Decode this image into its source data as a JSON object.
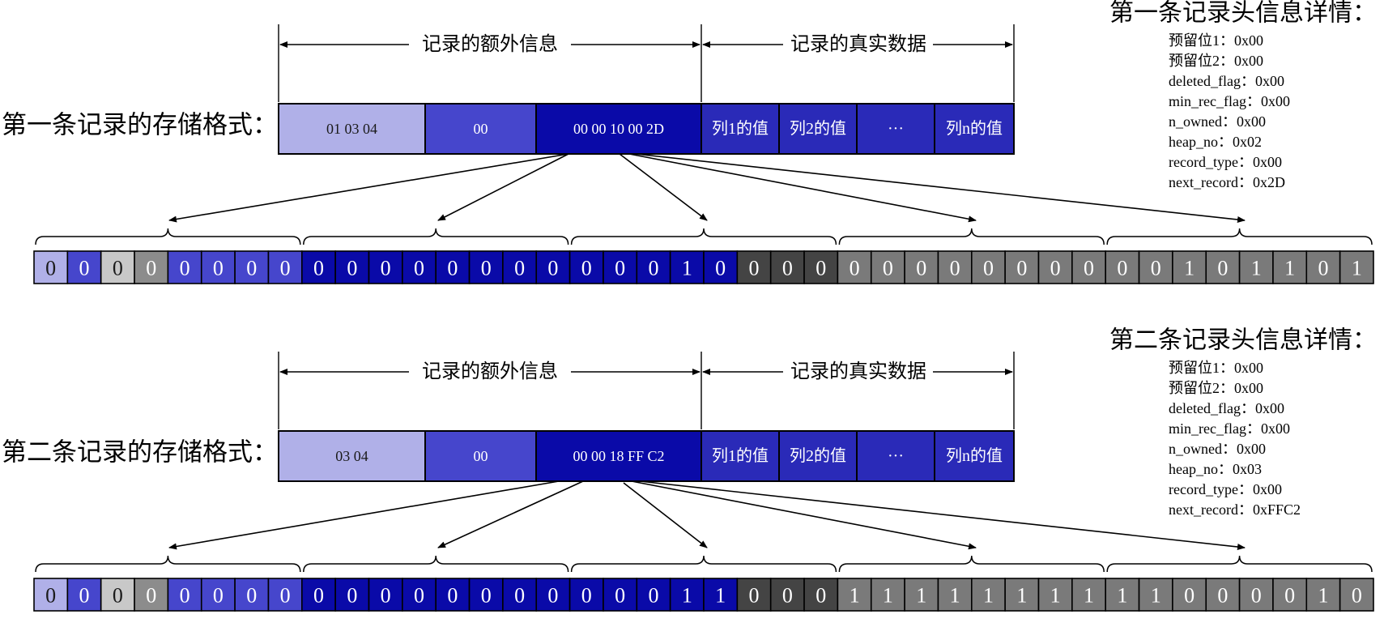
{
  "labels": {
    "extra_info": "记录的额外信息",
    "real_data": "记录的真实数据",
    "col1": "列1的值",
    "col2": "列2的值",
    "ellipsis": "···",
    "coln": "列n的值"
  },
  "colors": {
    "var_len": "#b0b0e8",
    "null_list": "#4646cc",
    "header": "#0a0aa8",
    "columns": "#2a2ab8",
    "bit_reserved1": "#c8c8c8",
    "bit_reserved2": "#8c8c8c",
    "bit_heap_no": "#555555",
    "bit_type": "#444444",
    "bit_next": "#7a7a7a"
  },
  "records": [
    {
      "title": "第一条记录的存储格式：",
      "fields": [
        "01 03 04",
        "00",
        "00 00 10 00 2D"
      ],
      "bits": [
        "0",
        "0",
        "0",
        "0",
        "0",
        "0",
        "0",
        "0",
        "0",
        "0",
        "0",
        "0",
        "0",
        "0",
        "0",
        "0",
        "0",
        "0",
        "0",
        "1",
        "0",
        "0",
        "0",
        "0",
        "0",
        "0",
        "0",
        "0",
        "0",
        "0",
        "0",
        "0",
        "0",
        "0",
        "1",
        "0",
        "1",
        "1",
        "0",
        "1"
      ],
      "detail_title": "第一条记录头信息详情：",
      "details": [
        "预留位1：0x00",
        "预留位2：0x00",
        "deleted_flag：0x00",
        "min_rec_flag：0x00",
        "n_owned：0x00",
        "heap_no：0x02",
        "record_type：0x00",
        "next_record：0x2D"
      ]
    },
    {
      "title": "第二条记录的存储格式：",
      "fields": [
        "03 04",
        "00",
        "00 00 18 FF C2"
      ],
      "bits": [
        "0",
        "0",
        "0",
        "0",
        "0",
        "0",
        "0",
        "0",
        "0",
        "0",
        "0",
        "0",
        "0",
        "0",
        "0",
        "0",
        "0",
        "0",
        "0",
        "1",
        "1",
        "0",
        "0",
        "0",
        "1",
        "1",
        "1",
        "1",
        "1",
        "1",
        "1",
        "1",
        "1",
        "1",
        "0",
        "0",
        "0",
        "0",
        "1",
        "0"
      ],
      "detail_title": "第二条记录头信息详情：",
      "details": [
        "预留位1：0x00",
        "预留位2：0x00",
        "deleted_flag：0x00",
        "min_rec_flag：0x00",
        "n_owned：0x00",
        "heap_no：0x03",
        "record_type：0x00",
        "next_record：0xFFC2"
      ]
    }
  ]
}
